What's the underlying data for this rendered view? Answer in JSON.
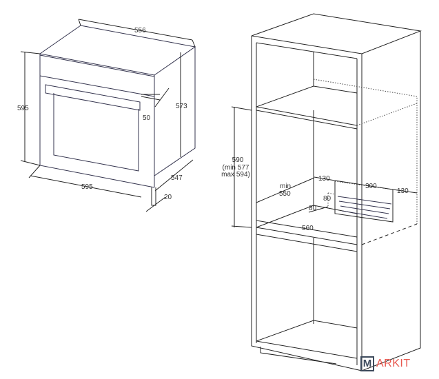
{
  "oven": {
    "depth_top": "556",
    "height": "595",
    "depth_body": "573",
    "handle_depth": "50",
    "width": "595",
    "side_depth": "547",
    "door_thickness": "20"
  },
  "cabinet": {
    "niche_height": "590",
    "niche_height_min": "(min 577",
    "niche_height_max": "max 594)",
    "depth_min_label": "min",
    "depth_min_value": "550",
    "niche_width": "560",
    "vent_side_left": "130",
    "vent_width": "300",
    "vent_side_right": "130",
    "vent_height": "80",
    "vent_depth": "80"
  },
  "logo": {
    "letter": "M",
    "rest": "ARKIT"
  }
}
